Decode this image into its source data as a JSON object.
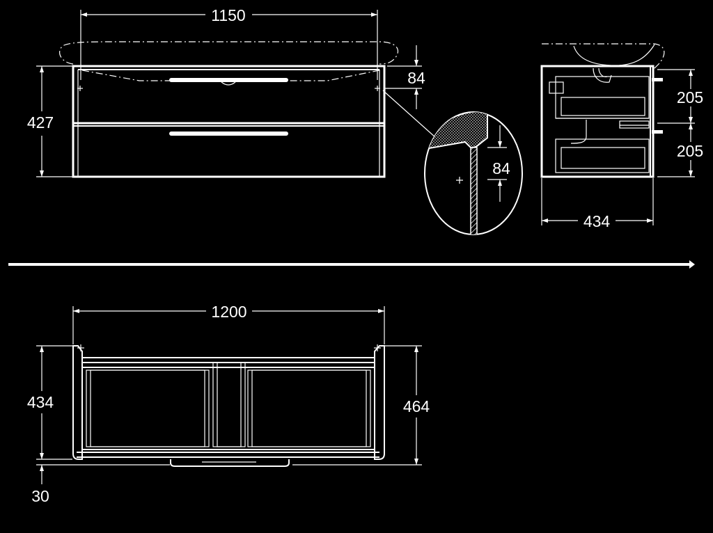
{
  "dimensions": {
    "front_basin_width": "1150",
    "front_cabinet_height": "427",
    "front_top_gap": "84",
    "detail_gap": "84",
    "side_upper_drawer": "205",
    "side_lower_drawer": "205",
    "side_depth": "434",
    "bottom_width": "1200",
    "bottom_inner_height": "434",
    "bottom_outer_height": "464",
    "bottom_plinth": "30"
  },
  "colors": {
    "background": "#000000",
    "line": "#ffffff"
  }
}
